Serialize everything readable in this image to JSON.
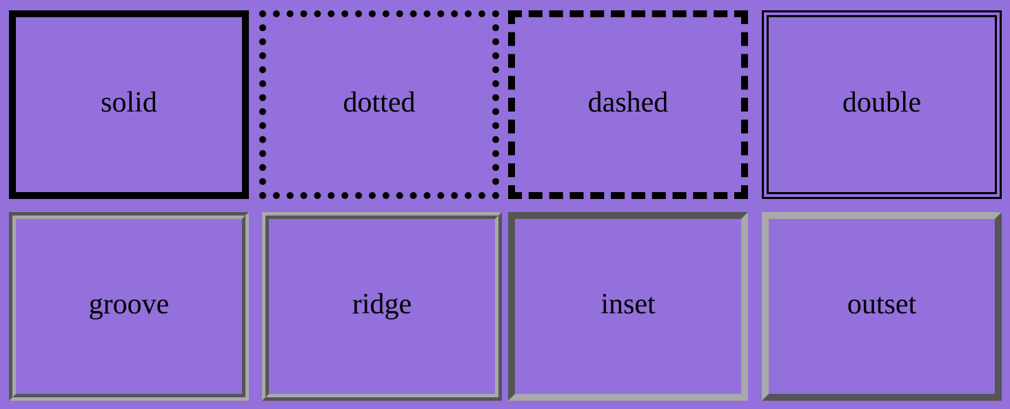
{
  "boxes": [
    {
      "label": "solid"
    },
    {
      "label": "dotted"
    },
    {
      "label": "dashed"
    },
    {
      "label": "double"
    },
    {
      "label": "groove"
    },
    {
      "label": "ridge"
    },
    {
      "label": "inset"
    },
    {
      "label": "outset"
    }
  ],
  "colors": {
    "background": "#9370db",
    "border_dark": "#000000",
    "border_3d": "#a9a9a9"
  }
}
